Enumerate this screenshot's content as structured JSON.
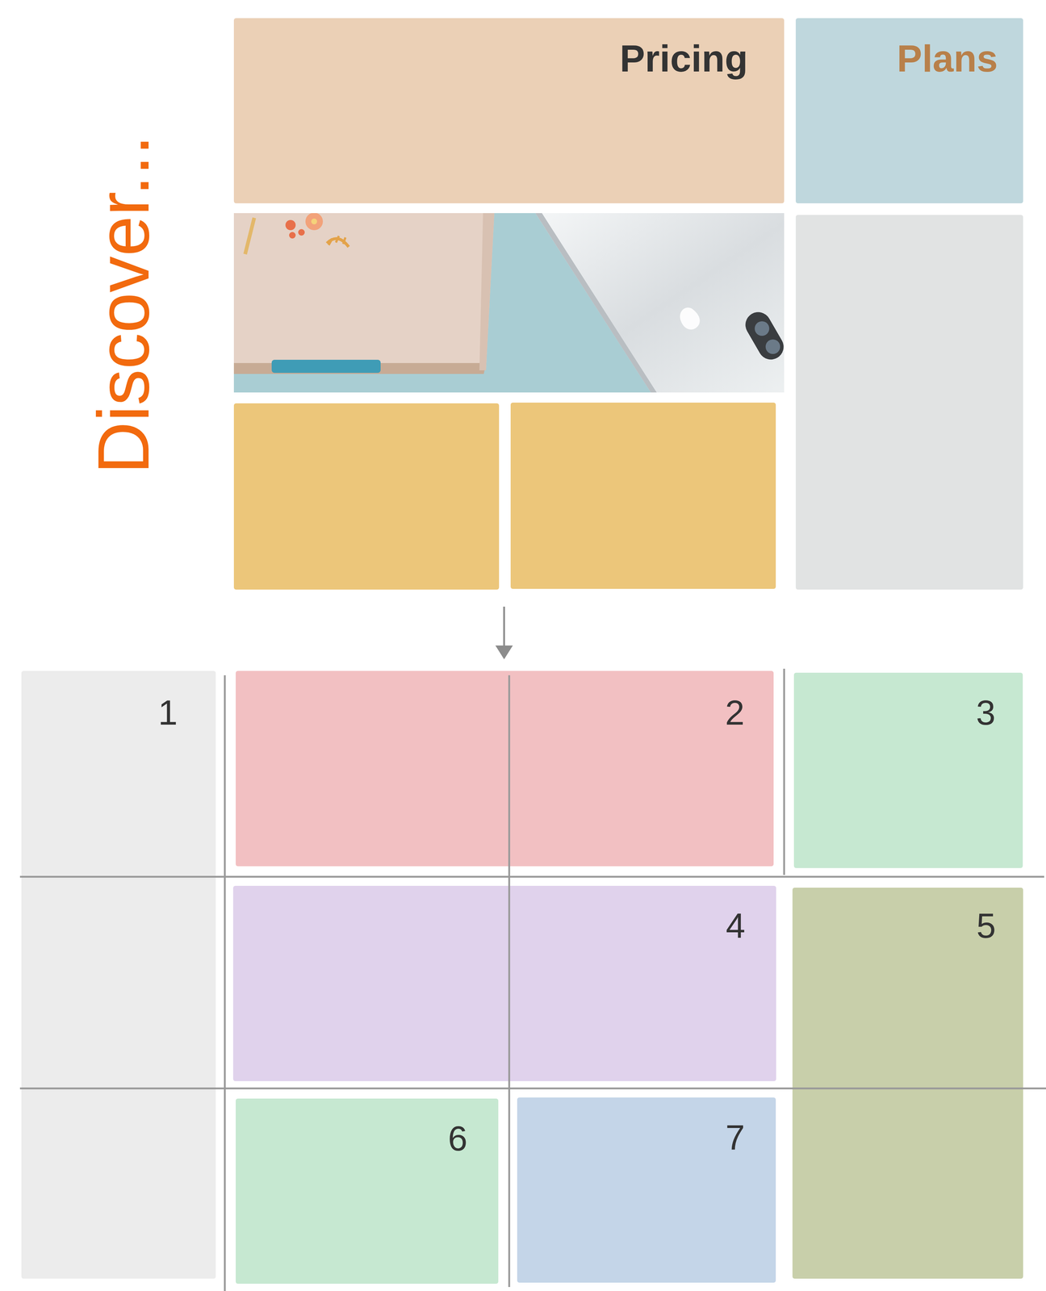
{
  "diagram": {
    "nodes": [
      {
        "text": [
          "Pricing"
        ]
      },
      {
        "text": [
          "Plans"
        ]
      },
      {
        "text": [
          "1"
        ]
      },
      {
        "text": [
          "2"
        ]
      },
      {
        "text": [
          "3"
        ]
      },
      {
        "text": [
          "4"
        ]
      },
      {
        "text": [
          "5"
        ]
      },
      {
        "text": [
          "6"
        ]
      },
      {
        "text": [
          "7"
        ]
      }
    ],
    "labels": [
      "Discover..."
    ]
  }
}
